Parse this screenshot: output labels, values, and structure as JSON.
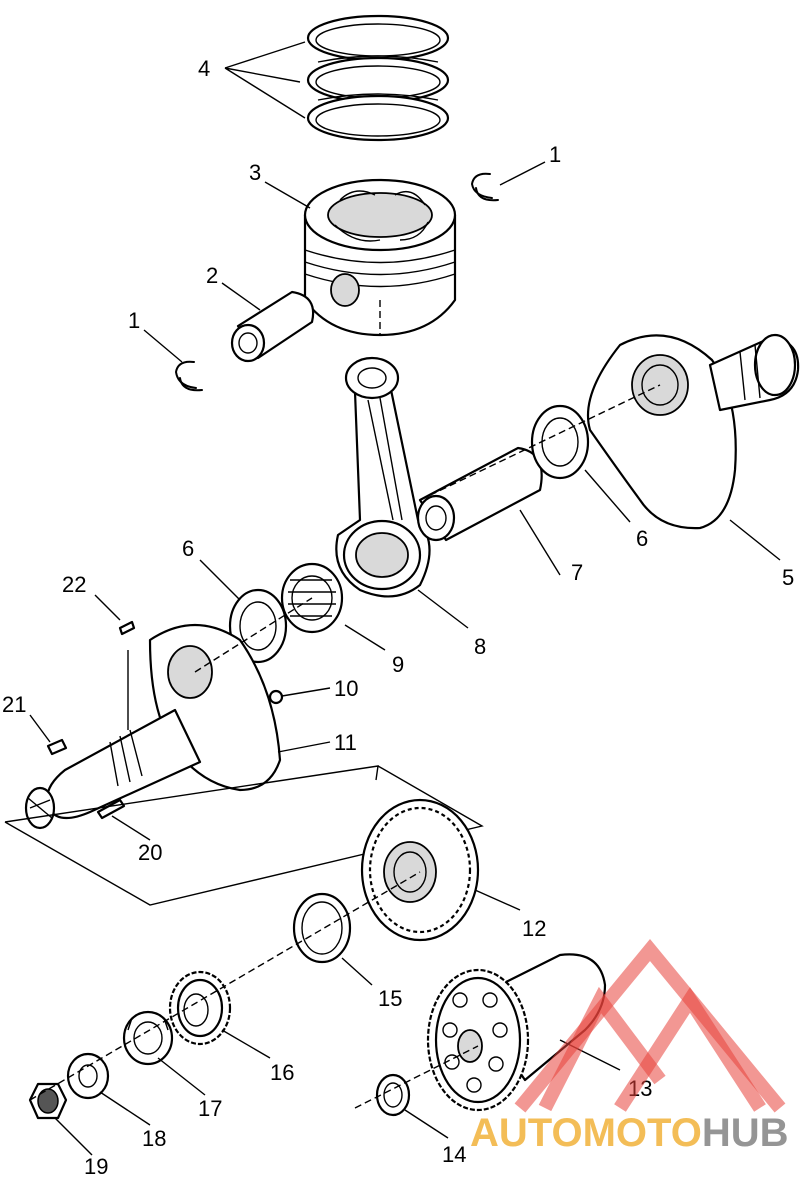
{
  "callouts": [
    {
      "id": "c4",
      "text": "4"
    },
    {
      "id": "c1a",
      "text": "1"
    },
    {
      "id": "c3",
      "text": "3"
    },
    {
      "id": "c2",
      "text": "2"
    },
    {
      "id": "c1b",
      "text": "1"
    },
    {
      "id": "c6a",
      "text": "6"
    },
    {
      "id": "c7",
      "text": "7"
    },
    {
      "id": "c5",
      "text": "5"
    },
    {
      "id": "c6b",
      "text": "6"
    },
    {
      "id": "c22",
      "text": "22"
    },
    {
      "id": "c9",
      "text": "9"
    },
    {
      "id": "c8",
      "text": "8"
    },
    {
      "id": "c10",
      "text": "10"
    },
    {
      "id": "c21",
      "text": "21"
    },
    {
      "id": "c11",
      "text": "11"
    },
    {
      "id": "c20",
      "text": "20"
    },
    {
      "id": "c12",
      "text": "12"
    },
    {
      "id": "c15",
      "text": "15"
    },
    {
      "id": "c16",
      "text": "16"
    },
    {
      "id": "c13",
      "text": "13"
    },
    {
      "id": "c17",
      "text": "17"
    },
    {
      "id": "c18",
      "text": "18"
    },
    {
      "id": "c19",
      "text": "19"
    },
    {
      "id": "c14",
      "text": "14"
    }
  ],
  "watermark": {
    "part1": "AUTO",
    "part2": "MOTO",
    "part3": "HUB",
    "colors": {
      "triangle": "#e8413a",
      "text_accent": "#f2b23a",
      "text_gray": "#8a8a8a"
    }
  }
}
